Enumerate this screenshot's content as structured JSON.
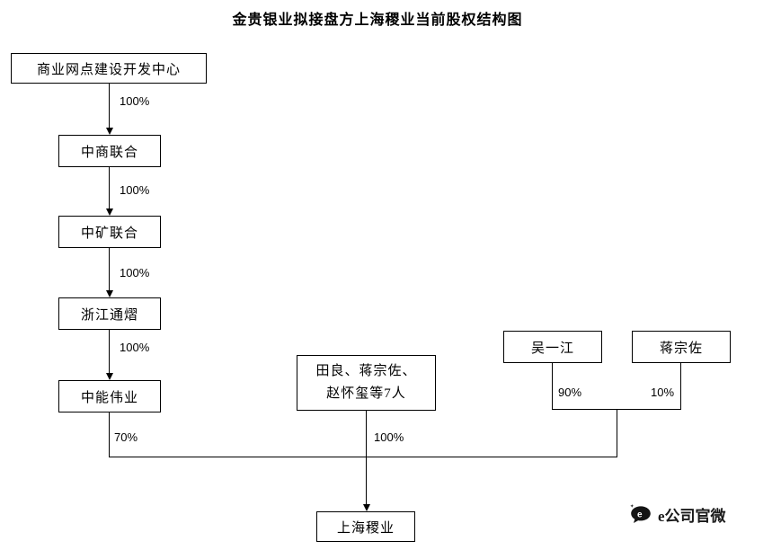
{
  "title": "金贵银业拟接盘方上海稷业当前股权结构图",
  "nodes": {
    "center": "商业网点建设开发中心",
    "zhongshang": "中商联合",
    "zhongkuang": "中矿联合",
    "zhejiang": "浙江通熠",
    "zhongneng": "中能伟业",
    "tianliang_line1": "田良、蒋宗佐、",
    "tianliang_line2": "赵怀玺等7人",
    "wuyijiang": "吴一江",
    "jiangzongzuo": "蒋宗佐",
    "shanghai": "上海稷业"
  },
  "edge_labels": {
    "center_to_zhongshang": "100%",
    "zhongshang_to_zhongkuang": "100%",
    "zhongkuang_to_zhejiang": "100%",
    "zhejiang_to_zhongneng": "100%",
    "zhongneng_to_shanghai": "70%",
    "tianliang_to_shanghai": "100%",
    "wuyijiang_share": "90%",
    "jiangzongzuo_share": "10%"
  },
  "watermark": "e公司官微",
  "icons": {
    "watermark_logo": "speech-bubble-icon"
  },
  "colors": {
    "line": "#000000",
    "background": "#ffffff",
    "text": "#000000"
  }
}
